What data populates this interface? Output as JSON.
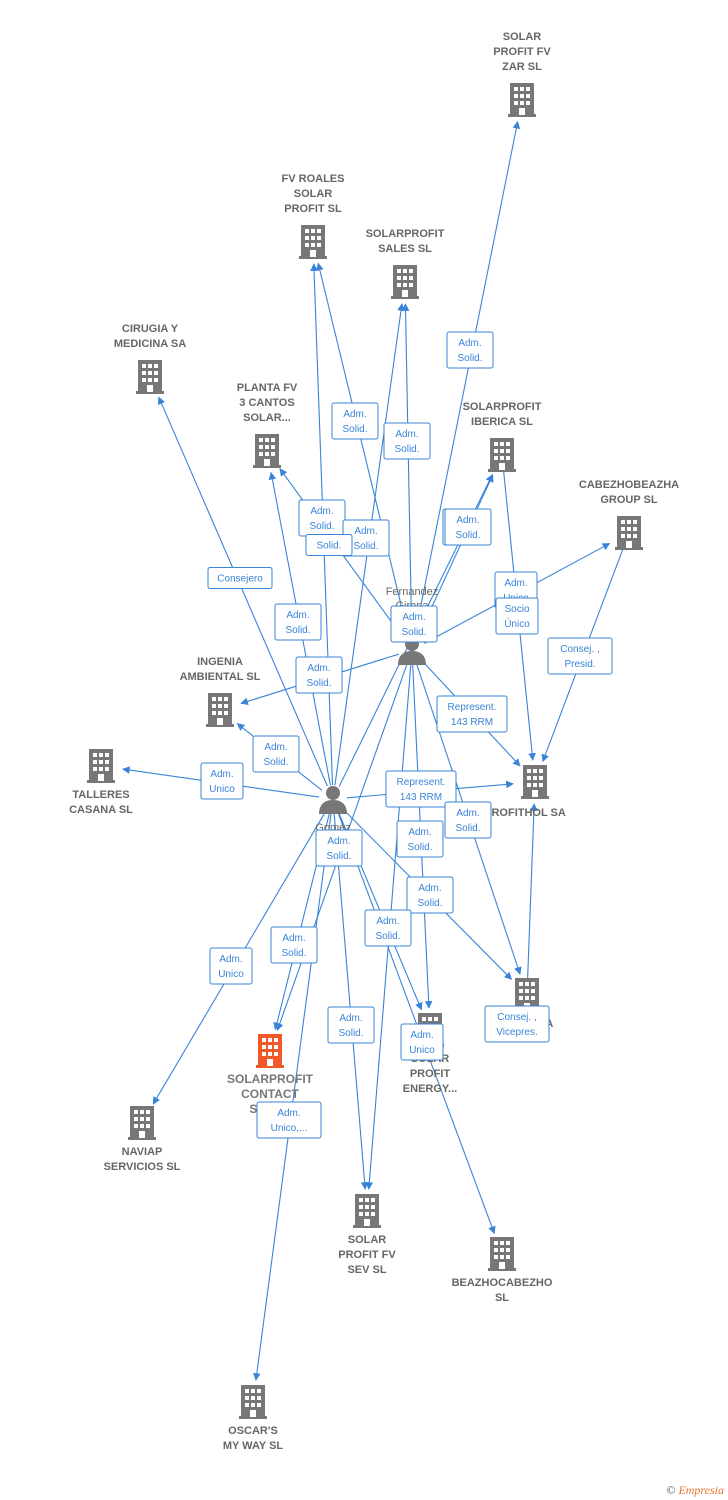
{
  "colors": {
    "edge": "#3a84d8",
    "company": "#777777",
    "focus_company": "#f05a28",
    "person": "#777777"
  },
  "companies": [
    {
      "id": "solar_fv_zar",
      "lines": [
        "SOLAR",
        "PROFIT FV",
        "ZAR  SL"
      ]
    },
    {
      "id": "fv_roales",
      "lines": [
        "FV ROALES",
        "SOLAR",
        "PROFIT  SL"
      ]
    },
    {
      "id": "solarprofit_sales",
      "lines": [
        "SOLARPROFIT",
        "SALES  SL"
      ]
    },
    {
      "id": "cirugia",
      "lines": [
        "CIRUGIA Y",
        "MEDICINA SA"
      ]
    },
    {
      "id": "planta_fv",
      "lines": [
        "PLANTA FV",
        "3 CANTOS",
        "SOLAR..."
      ]
    },
    {
      "id": "sp_iberica",
      "lines": [
        "SOLARPROFIT",
        "IBERICA  SL"
      ]
    },
    {
      "id": "cabezho",
      "lines": [
        "CABEZHOBEAZHA",
        "GROUP  SL"
      ]
    },
    {
      "id": "ingenia",
      "lines": [
        "INGENIA",
        "AMBIENTAL SL"
      ]
    },
    {
      "id": "talleres",
      "lines": [
        "TALLERES",
        "CASANA  SL"
      ]
    },
    {
      "id": "profithol",
      "lines": [
        "PROFITHOL SA"
      ]
    },
    {
      "id": "alevera",
      "lines": [
        "ALEVERA",
        "SP  SL"
      ]
    },
    {
      "id": "sp_contact",
      "lines": [
        "SOLARPROFIT",
        "CONTACT",
        "SERV..."
      ],
      "focus": true
    },
    {
      "id": "sp_energy",
      "lines": [
        "SOLAR",
        "PROFIT",
        "ENERGY..."
      ]
    },
    {
      "id": "naviap",
      "lines": [
        "NAVIAP",
        "SERVICIOS  SL"
      ]
    },
    {
      "id": "solar_fv_sev",
      "lines": [
        "SOLAR",
        "PROFIT FV",
        "SEV  SL"
      ]
    },
    {
      "id": "beazho",
      "lines": [
        "BEAZHOCABEZHO",
        "SL"
      ]
    },
    {
      "id": "oscars",
      "lines": [
        "OSCAR'S",
        "MY WAY  SL"
      ]
    }
  ],
  "persons": [
    {
      "id": "fernandez",
      "lines": [
        "Fernandez",
        "Girona"
      ]
    },
    {
      "id": "gomez",
      "lines": [
        "Gomez",
        "L...",
        "O..."
      ]
    }
  ],
  "edge_labels": [
    {
      "id": "l1",
      "lines": [
        "Adm.",
        "Solid."
      ]
    },
    {
      "id": "l2",
      "lines": [
        "Adm.",
        "Solid."
      ]
    },
    {
      "id": "l3",
      "lines": [
        "Adm.",
        "Solid."
      ]
    },
    {
      "id": "l4",
      "lines": [
        "Adm.",
        "Solid."
      ]
    },
    {
      "id": "l5",
      "lines": [
        "Adm.",
        "Solid."
      ]
    },
    {
      "id": "l6",
      "lines": [
        "Adm.",
        "Solid."
      ]
    },
    {
      "id": "l7",
      "lines": [
        "Consejero"
      ]
    },
    {
      "id": "l8",
      "lines": [
        "Adm.",
        "Solid."
      ]
    },
    {
      "id": "l9",
      "lines": [
        "Adm.",
        "Unico"
      ]
    },
    {
      "id": "l10",
      "lines": [
        "Socio",
        "Único"
      ]
    },
    {
      "id": "l11",
      "lines": [
        "Adm.",
        "Solid."
      ]
    },
    {
      "id": "l12",
      "lines": [
        "Consej. ,",
        "Presid."
      ]
    },
    {
      "id": "l13",
      "lines": [
        "Adm.",
        "Solid."
      ]
    },
    {
      "id": "l14",
      "lines": [
        "Represent.",
        "143 RRM"
      ]
    },
    {
      "id": "l15",
      "lines": [
        "Adm.",
        "Solid."
      ]
    },
    {
      "id": "l16",
      "lines": [
        "Adm.",
        "Unico"
      ]
    },
    {
      "id": "l17",
      "lines": [
        "Represent.",
        "143 RRM"
      ]
    },
    {
      "id": "l18",
      "lines": [
        "Adm.",
        "Solid."
      ]
    },
    {
      "id": "l19",
      "lines": [
        "Adm.",
        "Solid."
      ]
    },
    {
      "id": "l20",
      "lines": [
        "Adm.",
        "Solid."
      ]
    },
    {
      "id": "l21",
      "lines": [
        "Adm.",
        "Solid."
      ]
    },
    {
      "id": "l22",
      "lines": [
        "Adm.",
        "Solid."
      ]
    },
    {
      "id": "l23",
      "lines": [
        "Adm.",
        "Unico"
      ]
    },
    {
      "id": "l24",
      "lines": [
        "Adm.",
        "Solid."
      ]
    },
    {
      "id": "l25",
      "lines": [
        "Adm.",
        "Solid."
      ]
    },
    {
      "id": "l26",
      "lines": [
        "Adm.",
        "Unico"
      ]
    },
    {
      "id": "l27",
      "lines": [
        "Consej. ,",
        "Vicepres."
      ]
    },
    {
      "id": "l28",
      "lines": [
        "Adm.",
        "Unico,..."
      ]
    },
    {
      "id": "l29",
      "lines": [
        "Adm.",
        "Solid."
      ]
    },
    {
      "id": "l30",
      "lines": [
        "Solid."
      ]
    }
  ],
  "credit": {
    "copyright": "©",
    "brand": "Empresia"
  }
}
